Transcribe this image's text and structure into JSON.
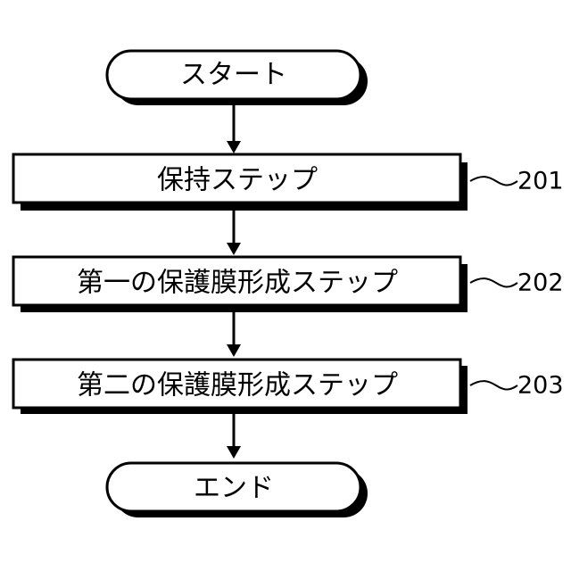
{
  "diagram": {
    "start": {
      "label": "スタート"
    },
    "steps": [
      {
        "label": "保持ステップ",
        "ref": "201"
      },
      {
        "label": "第一の保護膜形成ステップ",
        "ref": "202"
      },
      {
        "label": "第二の保護膜形成ステップ",
        "ref": "203"
      }
    ],
    "end": {
      "label": "エンド"
    }
  },
  "colors": {
    "stroke": "#000000",
    "fill": "#ffffff",
    "shadow": "#000000"
  }
}
